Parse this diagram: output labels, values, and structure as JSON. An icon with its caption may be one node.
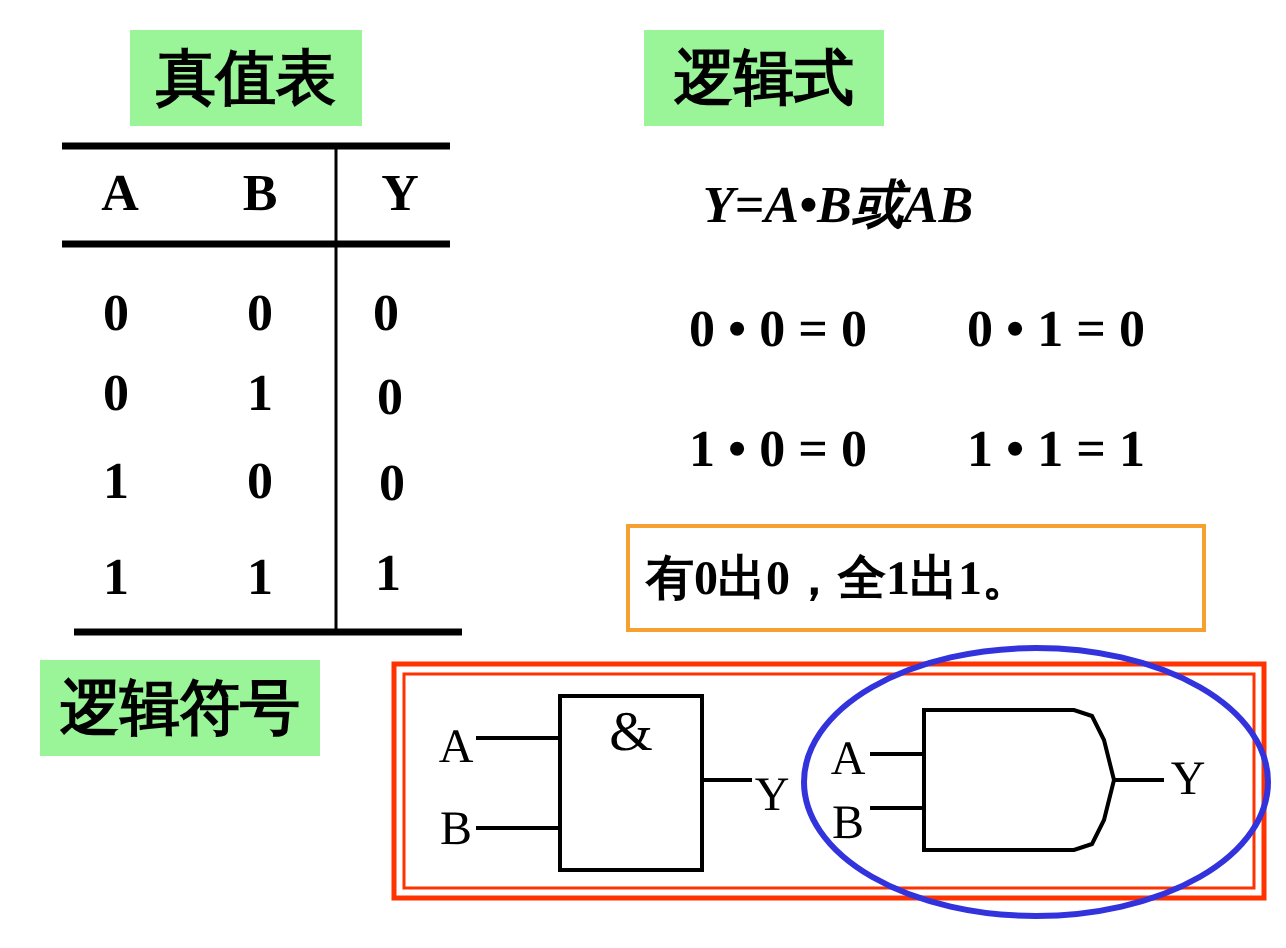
{
  "diagram": {
    "nodes": [
      {
        "text": [
          "真值表"
        ]
      },
      {
        "text": [
          "逻辑式"
        ]
      },
      {
        "text": [
          "有0出0，全1出1。"
        ]
      },
      {
        "text": [
          "逻辑符号"
        ]
      },
      {
        "text": [
          "&"
        ]
      }
    ],
    "edges": [],
    "labels": [
      "A",
      "B",
      "Y",
      "0",
      "0",
      "0",
      "0",
      "1",
      "0",
      "1",
      "0",
      "0",
      "1",
      "1",
      "1",
      "Y=A•B或AB",
      "0 • 0 = 0",
      "0 • 1 = 0",
      "1 • 0 = 0",
      "1 • 1 = 1",
      "A",
      "B",
      "Y",
      "A",
      "B",
      "Y"
    ]
  }
}
